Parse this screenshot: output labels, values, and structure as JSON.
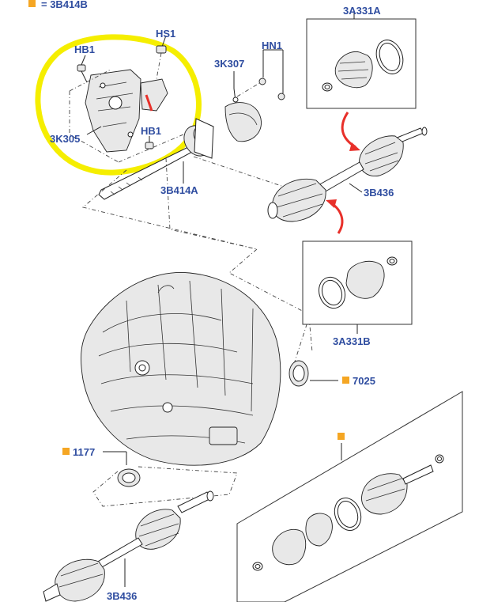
{
  "legend": {
    "marker_color": "#f5a623",
    "text": "= 3B414B"
  },
  "labels": {
    "hs1": "HS1",
    "hb1_top": "HB1",
    "hb1_bottom": "HB1",
    "k3305": "3K305",
    "k3307": "3K307",
    "hn1": "HN1",
    "a3331a": "3A331A",
    "a3331b": "3A331B",
    "b3414a": "3B414A",
    "b3436_right": "3B436",
    "b3436_bottom": "3B436",
    "p7025": "7025",
    "p1177": "1177"
  },
  "colors": {
    "highlight": "#f5ee00",
    "callout_text": "#2f4da0",
    "marker": "#f5a623",
    "arrow": "#e8302a"
  }
}
